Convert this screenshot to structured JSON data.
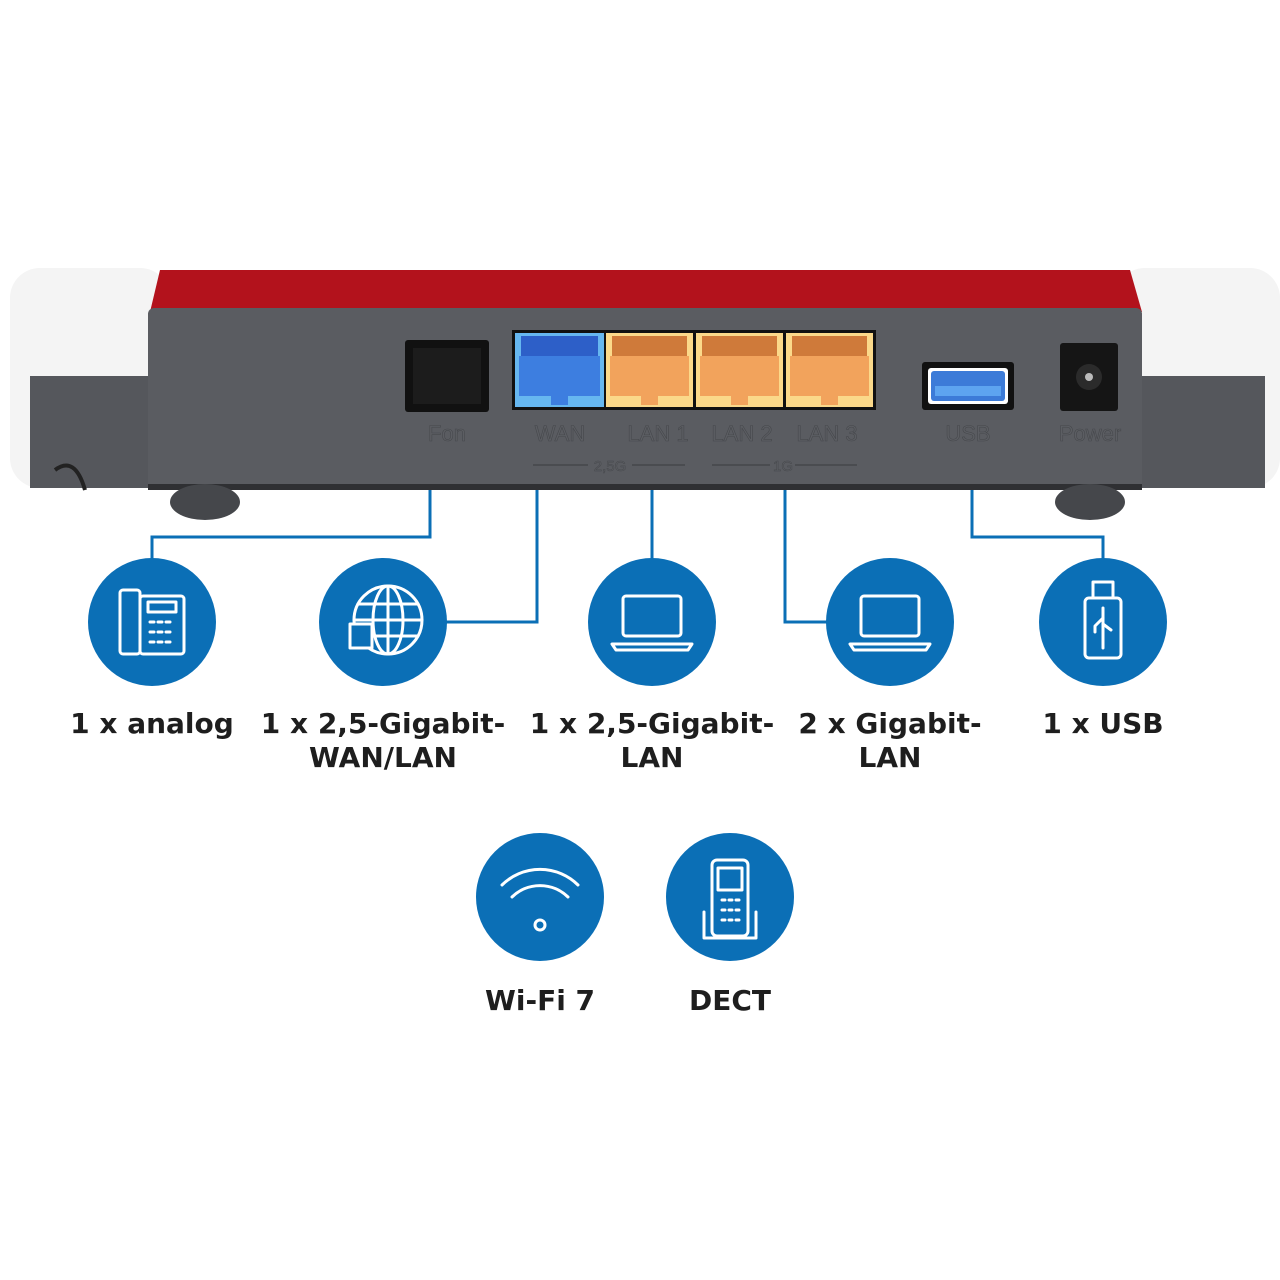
{
  "device": {
    "ports": [
      "Fon",
      "WAN",
      "LAN 1",
      "LAN 2",
      "LAN 3",
      "USB",
      "Power"
    ],
    "speed_groups": [
      "2,5G",
      "1G"
    ],
    "colors": {
      "body": "#5a5c61",
      "red": "#b3121c",
      "wan": "#3d7ee0",
      "lan": "#f2a35c",
      "accent": "#0b6fb6"
    }
  },
  "features": [
    {
      "icon": "phone-icon",
      "label": "1 x analog"
    },
    {
      "icon": "globe-icon",
      "label": "1 x 2,5-Gigabit-\nWAN/LAN"
    },
    {
      "icon": "laptop-icon",
      "label": "1 x 2,5-Gigabit-\nLAN"
    },
    {
      "icon": "laptop-icon",
      "label": "2 x Gigabit-\nLAN"
    },
    {
      "icon": "usb-stick-icon",
      "label": "1 x USB"
    },
    {
      "icon": "wifi-icon",
      "label": "Wi-Fi 7"
    },
    {
      "icon": "dect-handset-icon",
      "label": "DECT"
    }
  ]
}
